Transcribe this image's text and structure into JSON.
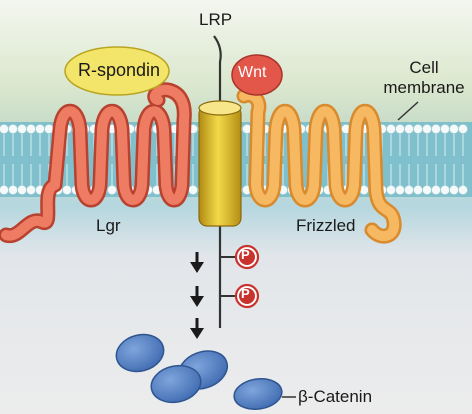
{
  "labels": {
    "lrp": "LRP",
    "r_spondin": "R-spondin",
    "wnt": "Wnt",
    "cell_membrane_line1": "Cell",
    "cell_membrane_line2": "membrane",
    "lgr": "Lgr",
    "frizzled": "Frizzled",
    "phospho": "P",
    "beta_catenin": "β-Catenin"
  },
  "colors": {
    "background": "#ececec",
    "extracellular": "#dfe8d2",
    "membrane_band": "#7fc0cc",
    "lipid_head": "#f4f9fa",
    "lgr": "#e9705a",
    "frizzled": "#f5b45a",
    "lrp": "#e3c227",
    "r_spondin": "#f3e56a",
    "wnt": "#e2574a",
    "beta_catenin": "#5b86c8",
    "phospho": "#c8332e"
  }
}
